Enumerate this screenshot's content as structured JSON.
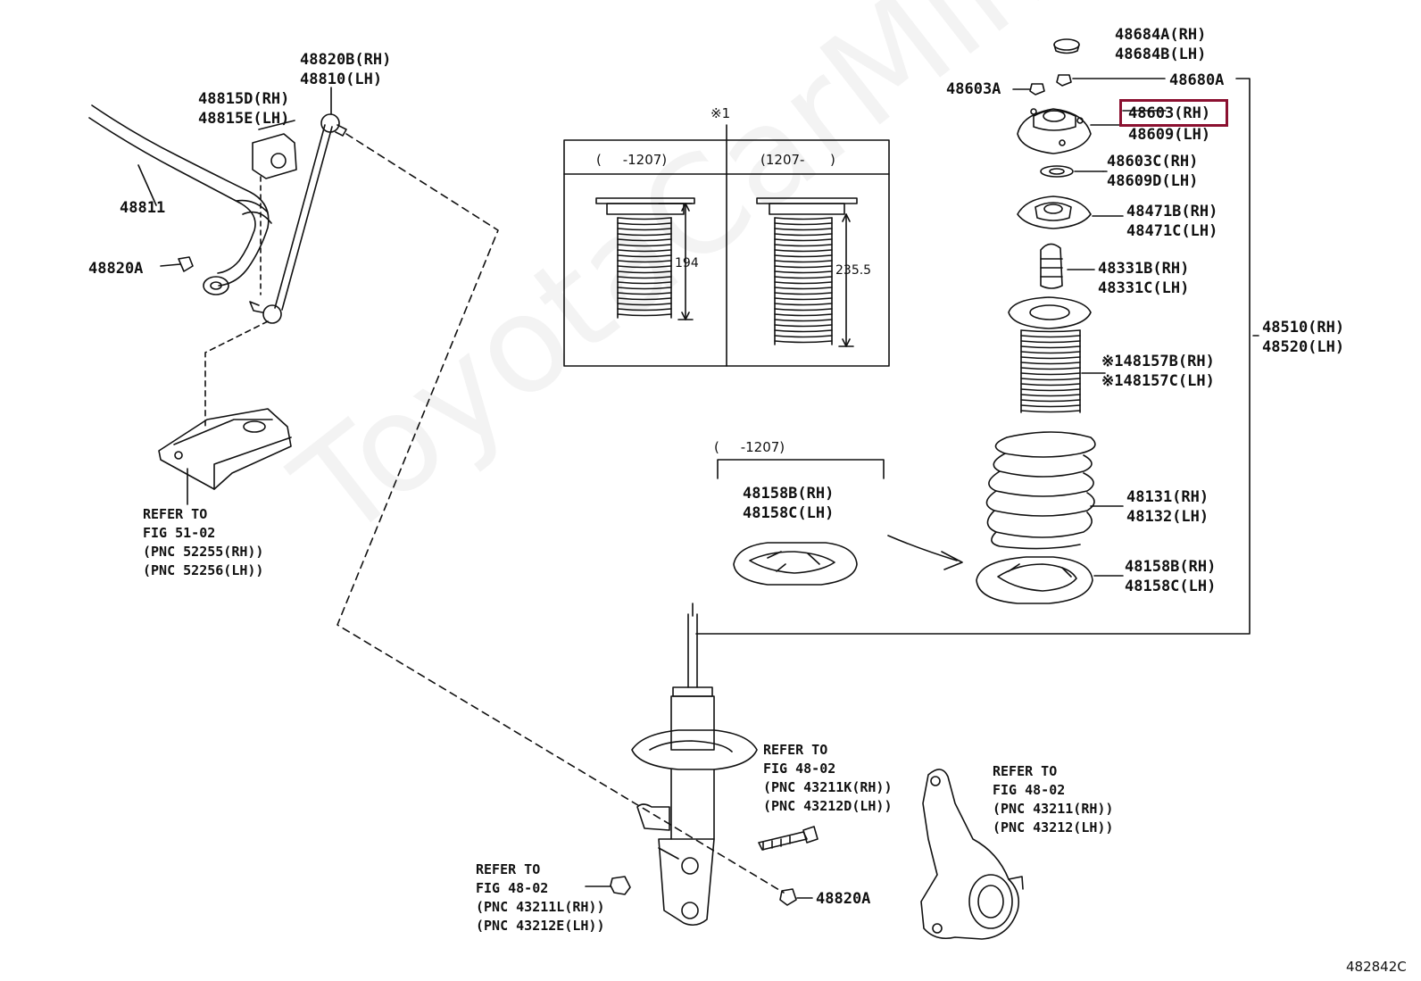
{
  "watermark": "ToyotaCarMine.ru",
  "figure_id": "482842C",
  "highlight_color": "#8b1030",
  "callouts": {
    "c48820b": "48820B(RH)",
    "c48810": "48810(LH)",
    "c48815d": "48815D(RH)",
    "c48815e": "48815E(LH)",
    "c48811": "48811",
    "c48820a_left": "48820A",
    "ref_frame": [
      "REFER TO",
      "FIG 51-02",
      "(PNC 52255(RH))",
      "(PNC 52256(LH))"
    ],
    "ref_knuckle_bolt": [
      "REFER TO",
      "FIG 48-02",
      "(PNC 43211K(RH))",
      "(PNC 43212D(LH))"
    ],
    "ref_knuckle": [
      "REFER TO",
      "FIG 48-02",
      "(PNC 43211(RH))",
      "(PNC 43212(LH))"
    ],
    "ref_nut": [
      "REFER TO",
      "FIG 48-02",
      "(PNC 43211L(RH))",
      "(PNC 43212E(LH))"
    ],
    "c48820a_bottom": "48820A",
    "c48684a": "48684A(RH)",
    "c48684b": "48684B(LH)",
    "c48603a": "48603A",
    "c48680a": "48680A",
    "c48603": "48603(RH)",
    "c48609": "48609(LH)",
    "c48603c": "48603C(RH)",
    "c48609d": "48609D(LH)",
    "c48471b": "48471B(RH)",
    "c48471c": "48471C(LH)",
    "c48331b": "48331B(RH)",
    "c48331c": "48331C(LH)",
    "c48510": "48510(RH)",
    "c48520": "48520(LH)",
    "c48157b": "※148157B(RH)",
    "c48157c": "※148157C(LH)",
    "c48131": "48131(RH)",
    "c48132": "48132(LH)",
    "c48158b_right": "48158B(RH)",
    "c48158c_right": "48158C(LH)",
    "c48158b_inset": "48158B(RH)",
    "c48158c_inset": "48158C(LH)"
  },
  "inset_boot": {
    "note_mark": "※1",
    "col_left_header": "(     -1207)",
    "col_right_header": "(1207-      )",
    "dim_left": "194",
    "dim_right": "235.5"
  },
  "inset_insulator": {
    "header": "(     -1207)"
  }
}
